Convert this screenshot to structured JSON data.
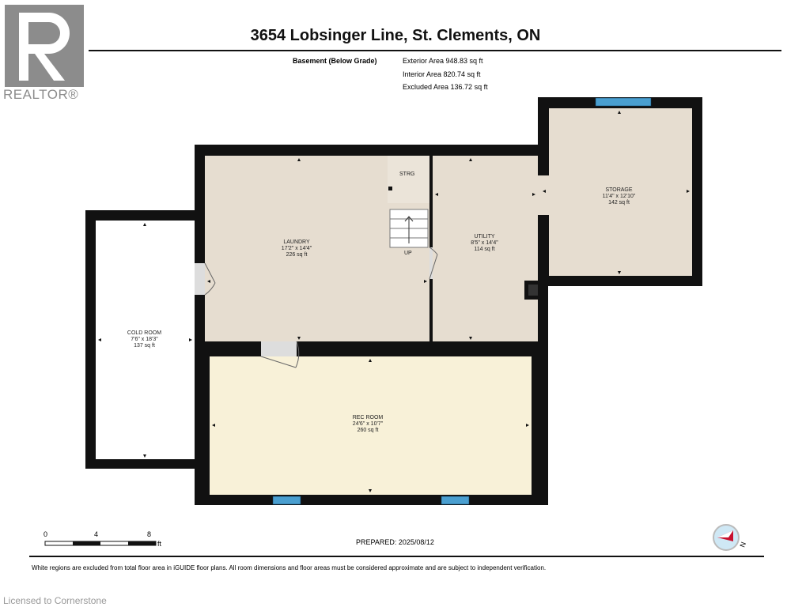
{
  "header": {
    "title": "3654 Lobsinger Line, St. Clements, ON",
    "level": "Basement (Below Grade)",
    "exterior_area": "Exterior Area 948.83 sq ft",
    "interior_area": "Interior Area 820.74 sq ft",
    "excluded_area": "Excluded Area 136.72 sq ft"
  },
  "logo": {
    "text": "REALTOR®"
  },
  "rooms": [
    {
      "name": "LAUNDRY",
      "dims": "17'2\" x 14'4\"",
      "area": "226 sq ft"
    },
    {
      "name": "UTILITY",
      "dims": "8'5\" x 14'4\"",
      "area": "114 sq ft"
    },
    {
      "name": "STORAGE",
      "dims": "11'4\" x 12'10\"",
      "area": "142 sq ft"
    },
    {
      "name": "COLD ROOM",
      "dims": "7'6\" x 18'3\"",
      "area": "137 sq ft"
    },
    {
      "name": "REC ROOM",
      "dims": "24'6\" x 10'7\"",
      "area": "260 sq ft"
    }
  ],
  "labels": {
    "strg": "STRG",
    "up": "UP"
  },
  "scale": {
    "t0": "0",
    "t1": "4",
    "t2": "8",
    "unit": "ft"
  },
  "footer": {
    "prepared": "PREPARED: 2025/08/12",
    "disclaimer": "White regions are excluded from total floor area in iGUIDE floor plans. All room dimensions and floor areas must be considered approximate and are subject to independent verification.",
    "licensed": "Licensed to Cornerstone",
    "north": "N"
  },
  "colors": {
    "wall": "#111111",
    "laundry": "#e6ddd0",
    "rec": "#f8f1d8",
    "window": "#4a9fd0"
  }
}
